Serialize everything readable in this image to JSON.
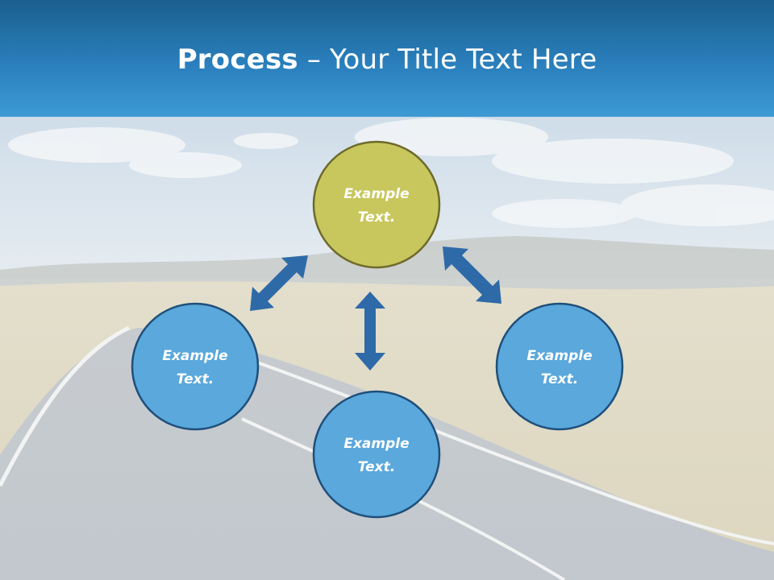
{
  "slide": {
    "title_bold": "Process",
    "title_rest": " – Your Title Text Here"
  },
  "colors": {
    "title_bar": "#2a7fbc",
    "center_node_fill": "#c8c75e",
    "center_node_stroke": "#6e6a2a",
    "outer_node_fill": "#5aa8dc",
    "node_stroke": "#1f4f7a",
    "arrow": "#2e6aa7"
  },
  "diagram": {
    "nodes": [
      {
        "id": "top",
        "line1": "Example",
        "line2": "Text."
      },
      {
        "id": "left",
        "line1": "Example",
        "line2": "Text."
      },
      {
        "id": "right",
        "line1": "Example",
        "line2": "Text."
      },
      {
        "id": "bottom",
        "line1": "Example",
        "line2": "Text."
      }
    ],
    "arrows": [
      {
        "from": "top",
        "to": "left",
        "style": "double-headed"
      },
      {
        "from": "top",
        "to": "right",
        "style": "double-headed"
      },
      {
        "from": "top",
        "to": "bottom",
        "style": "double-headed"
      }
    ]
  }
}
